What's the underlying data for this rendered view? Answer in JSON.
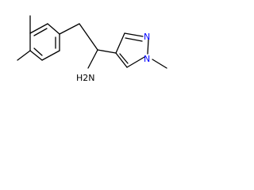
{
  "molecule": {
    "labels": {
      "amine": "H2N",
      "ring_n1": "N",
      "ring_n2": "N"
    },
    "colors": {
      "bond": "#000000",
      "carbon_label": "#000000",
      "nitrogen_label": "#0000ff"
    }
  }
}
